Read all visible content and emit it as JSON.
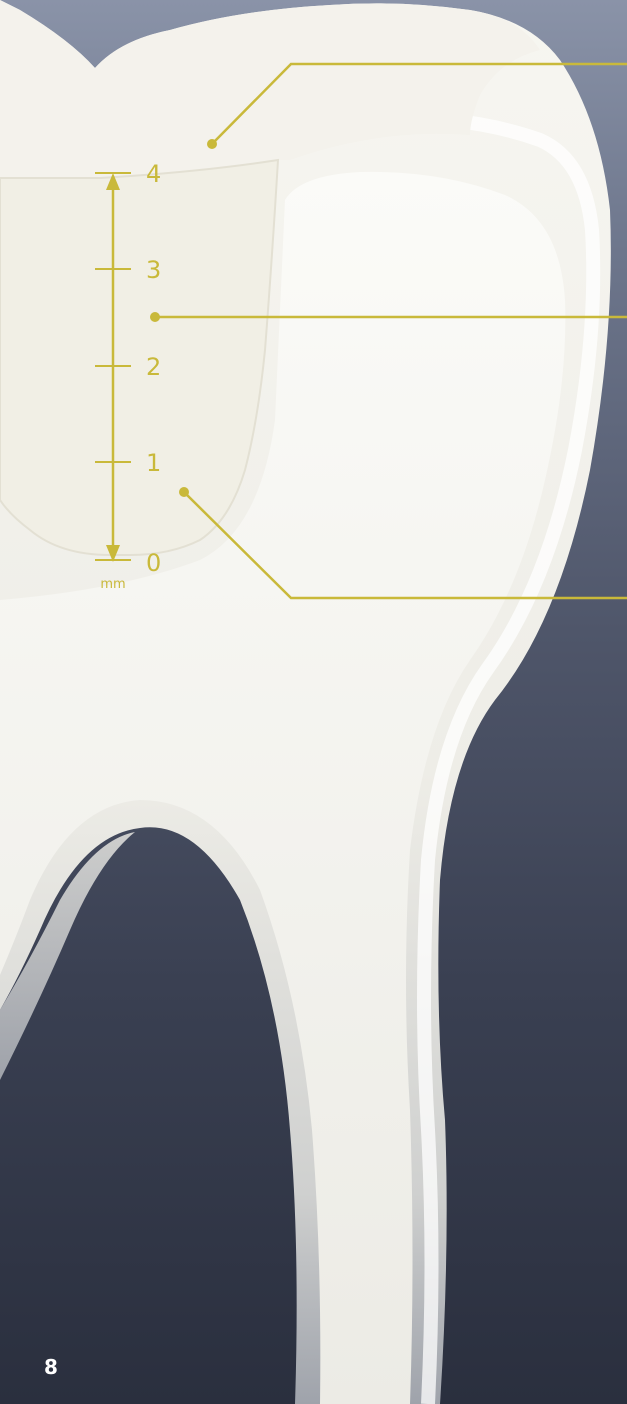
{
  "scale": {
    "ticks": [
      "4",
      "3",
      "2",
      "1",
      "0"
    ],
    "unit": "mm"
  },
  "page": {
    "number": "8"
  },
  "colors": {
    "accent": "#c9b93a",
    "tooth": "#f2f0ea",
    "background_top": "#8a93a8",
    "background_bottom": "#2a2f3e"
  }
}
